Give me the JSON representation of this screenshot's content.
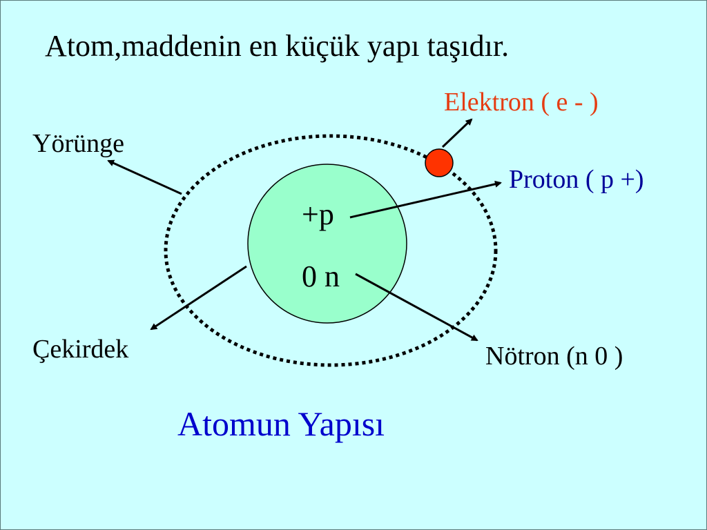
{
  "title": "Atom,maddenin en küçük yapı taşıdır.",
  "labels": {
    "orbit": "Yörünge",
    "electron": "Elektron  ( e - )",
    "proton": "Proton ( p +)",
    "nucleus": "Çekirdek",
    "neutron": "Nötron (n  0 )"
  },
  "nucleus_symbols": {
    "proton": "+p",
    "neutron": "0 n"
  },
  "caption": "Atomun Yapısı",
  "colors": {
    "background": "#ccffff",
    "nucleus_fill": "#99ffcc",
    "electron_fill": "#ff3300",
    "electron_label": "#e53c12",
    "proton_label": "#000099",
    "caption": "#0000cc",
    "text": "#000000"
  }
}
